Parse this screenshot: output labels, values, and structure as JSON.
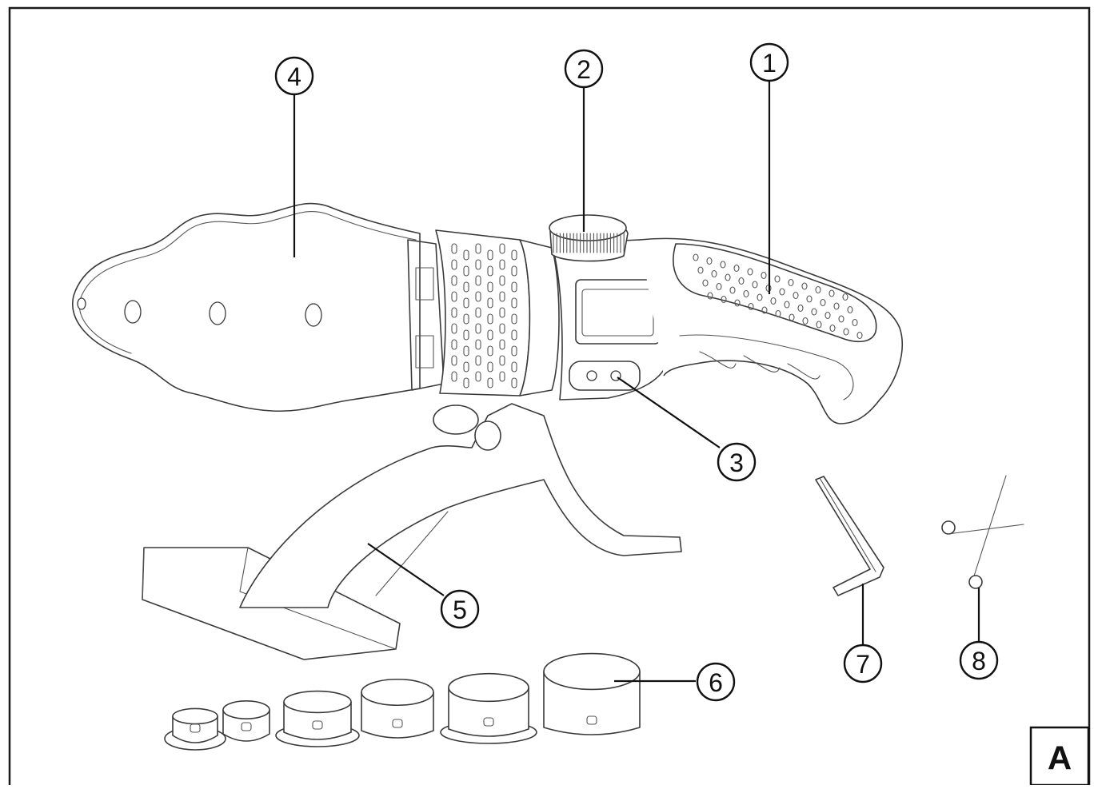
{
  "callouts": [
    {
      "id": "1",
      "label": "1"
    },
    {
      "id": "2",
      "label": "2"
    },
    {
      "id": "3",
      "label": "3"
    },
    {
      "id": "4",
      "label": "4"
    },
    {
      "id": "5",
      "label": "5"
    },
    {
      "id": "6",
      "label": "6"
    },
    {
      "id": "7",
      "label": "7"
    },
    {
      "id": "8",
      "label": "8"
    }
  ],
  "figure_label": "A",
  "colors": {
    "line": "#3a3a3a",
    "frame": "#1a1a1a",
    "background": "#ffffff"
  }
}
